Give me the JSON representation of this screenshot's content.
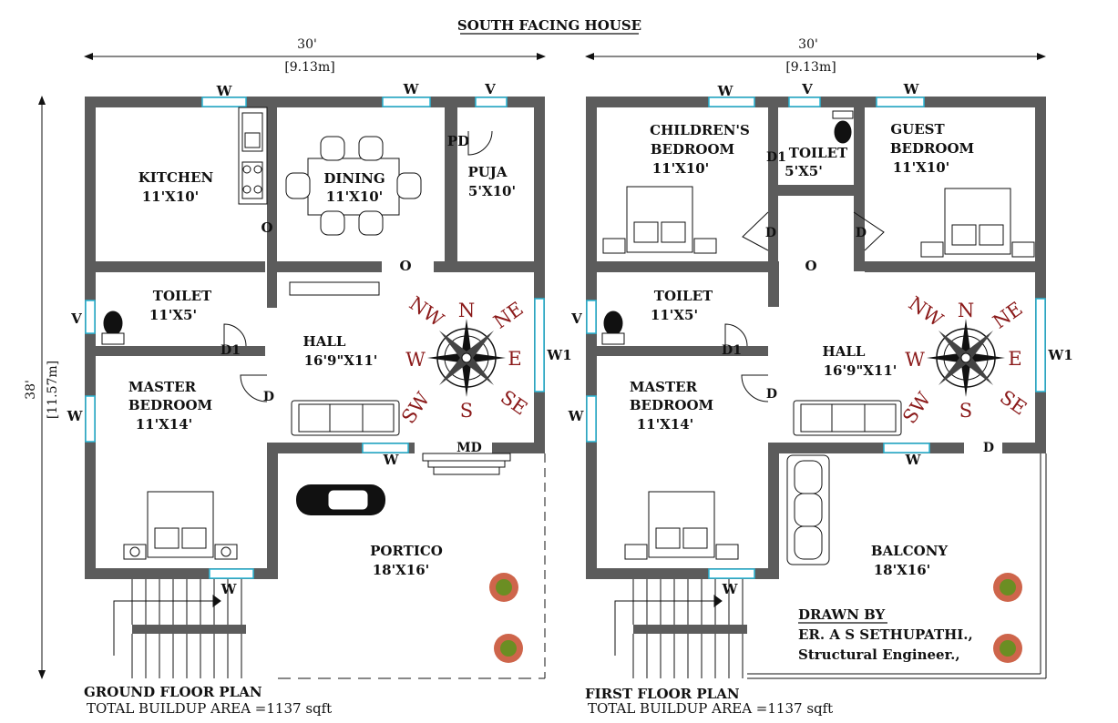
{
  "title": "SOUTH FACING HOUSE",
  "dimensions": {
    "width_ft": "30'",
    "width_m": "[9.13m]",
    "depth_ft": "38'",
    "depth_m": "[11.57m]"
  },
  "ground_floor": {
    "plan_title": "GROUND FLOOR PLAN",
    "area": "TOTAL BUILDUP AREA =1137 sqft",
    "rooms": {
      "kitchen": {
        "name": "KITCHEN",
        "size": "11'X10'"
      },
      "dining": {
        "name": "DINING",
        "size": "11'X10'"
      },
      "puja": {
        "name": "PUJA",
        "size": "5'X10'"
      },
      "toilet": {
        "name": "TOILET",
        "size": "11'X5'"
      },
      "hall": {
        "name": "HALL",
        "size": "16'9\"X11'"
      },
      "master": {
        "name1": "MASTER",
        "name2": "BEDROOM",
        "size": "11'X14'"
      },
      "portico": {
        "name": "PORTICO",
        "size": "18'X16'"
      }
    }
  },
  "first_floor": {
    "plan_title": "FIRST FLOOR PLAN",
    "area": "TOTAL BUILDUP AREA =1137 sqft",
    "rooms": {
      "children": {
        "name1": "CHILDREN'S",
        "name2": "BEDROOM",
        "size": "11'X10'"
      },
      "toilet_small": {
        "name": "TOILET",
        "size": "5'X5'"
      },
      "guest": {
        "name1": "GUEST",
        "name2": "BEDROOM",
        "size": "11'X10'"
      },
      "toilet": {
        "name": "TOILET",
        "size": "11'X5'"
      },
      "hall": {
        "name": "HALL",
        "size": "16'9\"X11'"
      },
      "master": {
        "name1": "MASTER",
        "name2": "BEDROOM",
        "size": "11'X14'"
      },
      "balcony": {
        "name": "BALCONY",
        "size": "18'X16'"
      }
    }
  },
  "labels": {
    "window": "W",
    "ventilator": "V",
    "opening": "O",
    "door": "D",
    "door1": "D1",
    "window1": "W1",
    "puja_door": "PD",
    "main_door": "MD"
  },
  "compass": [
    "N",
    "NE",
    "E",
    "SE",
    "S",
    "SW",
    "W",
    "NW"
  ],
  "credits": {
    "drawn_by": "DRAWN BY",
    "name": "ER. A S SETHUPATHI.,",
    "role": "Structural Engineer.,"
  },
  "colors": {
    "wall": "#5c5c5c",
    "window": "#29b6d6",
    "compass_text": "#8b1a1a"
  }
}
